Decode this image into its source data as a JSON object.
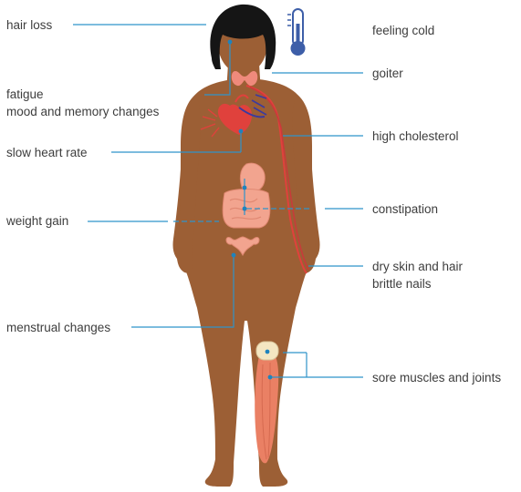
{
  "labels": {
    "hair_loss": "hair loss",
    "feeling_cold": "feeling cold",
    "goiter": "goiter",
    "fatigue": "fatigue",
    "mood_memory": "mood and memory changes",
    "high_cholesterol": "high cholesterol",
    "slow_heart_rate": "slow heart rate",
    "constipation": "constipation",
    "weight_gain": "weight gain",
    "dry_skin": "dry skin and hair",
    "brittle_nails": "brittle nails",
    "menstrual_changes": "menstrual changes",
    "sore_muscles": "sore muscles and joints"
  },
  "colors": {
    "skin": "#9c5f35",
    "hair": "#151515",
    "leader_line": "#2f93c9",
    "dot": "#1f83bd",
    "thermometer": "#3d5ea8",
    "heart": "#e0413c",
    "vein": "#3b3a9f",
    "thyroid": "#ef8a7c",
    "organs": "#f2a48f",
    "muscle": "#ea8064",
    "knee": "#f4e6c2"
  },
  "icons": [
    "thermometer-icon"
  ]
}
